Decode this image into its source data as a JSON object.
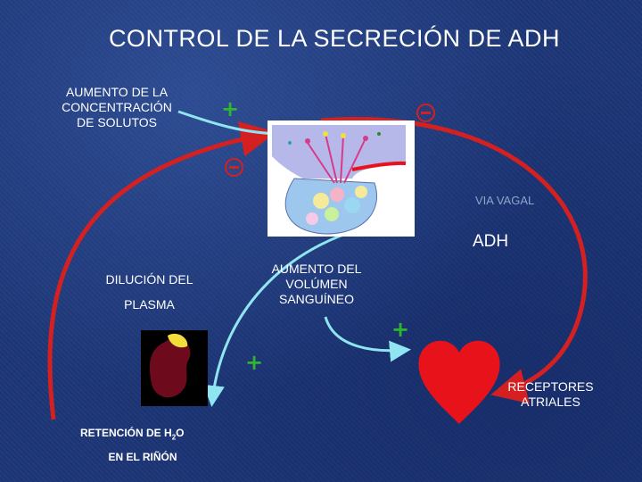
{
  "title": "CONTROL DE LA SECRECIÓN DE ADH",
  "labels": {
    "solutos": "AUMENTO DE LA CONCENTRACIÓN DE SOLUTOS",
    "dilucion": "DILUCIÓN DEL",
    "plasma": "PLASMA",
    "volumen": "AUMENTO DEL VOLÚMEN SANGUÍNEO",
    "adh": "ADH",
    "via_vagal": "VIA VAGAL",
    "receptores": "RECEPTORES ATRIALES",
    "retencion_prefix": "RETENCIÓN DE H",
    "retencion_sub": "2",
    "retencion_suffix": "O",
    "rinon": "EN EL RIÑÓN"
  },
  "signs": {
    "plus": "+"
  },
  "colors": {
    "background": "#1d3677",
    "loop_arrow": "#d42020",
    "flow_arrow": "#8fe6f0",
    "plus": "#2fb52f",
    "minus": "#d42020",
    "heart": "#e8131a",
    "kidney": "#6d0a1c"
  },
  "icons": [
    "hypothalamus-pituitary-illustration",
    "kidney-illustration",
    "heart-icon"
  ]
}
